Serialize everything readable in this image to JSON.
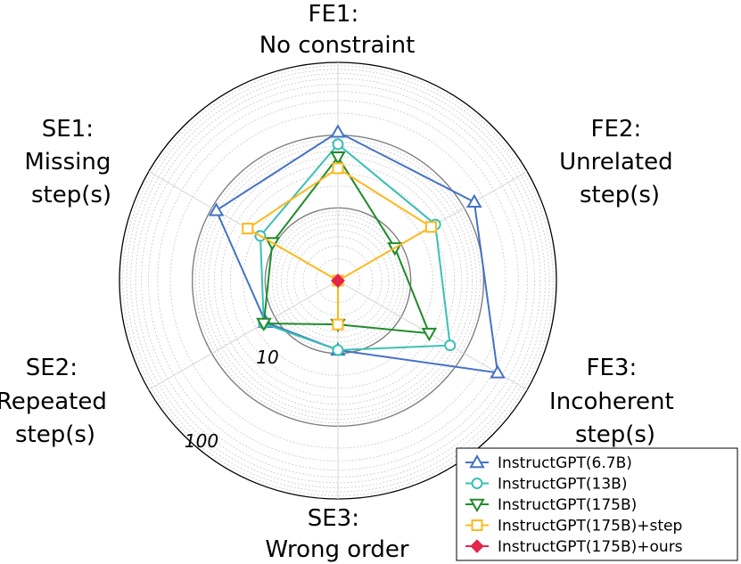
{
  "chart_data": {
    "type": "radar",
    "scale": "log",
    "axes": [
      {
        "lines": [
          "FE1:",
          "No constraint"
        ]
      },
      {
        "lines": [
          "FE2:",
          "Unrelated",
          "step(s)"
        ]
      },
      {
        "lines": [
          "FE3:",
          "Incoherent",
          "step(s)"
        ]
      },
      {
        "lines": [
          "SE3:",
          "Wrong order"
        ]
      },
      {
        "lines": [
          "SE2:",
          "Repeated",
          "step(s)"
        ]
      },
      {
        "lines": [
          "SE1:",
          "Missing",
          "step(s)"
        ]
      }
    ],
    "rlim": [
      1,
      1000
    ],
    "ring_labels": [
      "10",
      "100"
    ],
    "grid": true,
    "legend_position": "bottom-right",
    "series": [
      {
        "name": "InstructGPT(6.7B)",
        "marker": "triangle-up",
        "color": "#4472C4",
        "values": [
          110,
          145,
          340,
          9,
          14,
          85
        ]
      },
      {
        "name": "InstructGPT(13B)",
        "marker": "circle",
        "color": "#3BC0B5",
        "values": [
          75,
          35,
          60,
          9,
          15,
          17
        ]
      },
      {
        "name": "InstructGPT(175B)",
        "marker": "triangle-down",
        "color": "#1F8B2A",
        "values": [
          50,
          8,
          28,
          4,
          15,
          11
        ]
      },
      {
        "name": "InstructGPT(175B)+step",
        "marker": "square",
        "color": "#FFB81C",
        "values": [
          35,
          30,
          1,
          4,
          1,
          27
        ]
      },
      {
        "name": "InstructGPT(175B)+ours",
        "marker": "diamond",
        "color": "#E3264A",
        "values": [
          1,
          1,
          1,
          1,
          1,
          1
        ]
      }
    ]
  }
}
